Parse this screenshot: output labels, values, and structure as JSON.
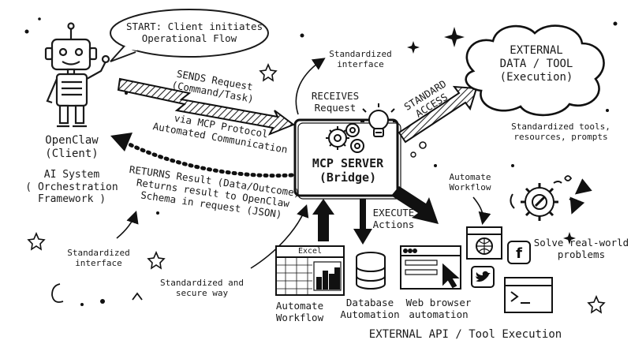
{
  "client": {
    "speech": [
      "START: Client initiates",
      "Operational Flow"
    ],
    "name": [
      "OpenClaw",
      "(Client)"
    ],
    "description": [
      "AI System",
      "( Orchestration",
      "Framework )"
    ]
  },
  "arrows": {
    "sends": [
      "SENDS Request",
      "(Command/Task)"
    ],
    "via": [
      "via MCP Protocol",
      "Automated Communication"
    ],
    "returns": [
      "RETURNS Result (Data/Outcome)",
      "Returns result to OpenClaw",
      "Schema in request (JSON)"
    ],
    "standard_access": [
      "STANDARD",
      "ACCESS"
    ],
    "execute": [
      "EXECUTE",
      "Actions"
    ]
  },
  "server": {
    "receives": [
      "RECEIVES",
      "Request"
    ],
    "title": [
      "MCP SERVER",
      "(Bridge)"
    ]
  },
  "external": {
    "title": [
      "EXTERNAL",
      "DATA / TOOL",
      "(Execution)"
    ],
    "note": [
      "Standardized tools,",
      "resources, prompts"
    ]
  },
  "notes": {
    "standardized_top": [
      "Standardized",
      "interface"
    ],
    "standardized_left": [
      "Standardized",
      "interface"
    ],
    "secure": [
      "Standardized and",
      "secure way"
    ],
    "automate_top": [
      "Automate",
      "Workflow"
    ],
    "solve": [
      "Solve real-world",
      "problems"
    ]
  },
  "tools": {
    "excel_header": "Excel",
    "excel_caption": [
      "Automate",
      "Workflow"
    ],
    "database_caption": [
      "Database",
      "Automation"
    ],
    "browser_caption": [
      "Web browser",
      "automation"
    ],
    "footer": "EXTERNAL API / Tool Execution"
  },
  "icons": [
    "robot-icon",
    "gears-icon",
    "lightbulb-icon",
    "database-icon",
    "browser-icon",
    "globe-icon",
    "facebook-icon",
    "twitter-icon",
    "terminal-icon",
    "gear-wrench-icon",
    "star-icon",
    "sparkle-icon"
  ]
}
